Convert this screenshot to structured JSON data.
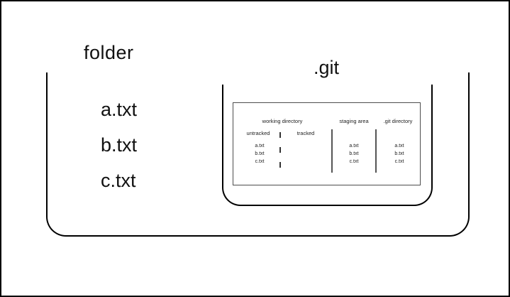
{
  "folder": {
    "label": "folder",
    "files": [
      "a.txt",
      "b.txt",
      "c.txt"
    ]
  },
  "git": {
    "label": ".git"
  },
  "panel": {
    "headers": [
      "working directory",
      "staging area",
      ".git directory"
    ],
    "subheaders": [
      "untracked",
      "tracked"
    ],
    "columns": {
      "untracked": [
        "a.txt",
        "b.txt",
        "c.txt"
      ],
      "tracked": [],
      "staging": [
        "a.txt",
        "b.txt",
        "c.txt"
      ],
      "gitdir": [
        "a.txt",
        "b.txt",
        "c.txt"
      ]
    }
  },
  "colors": {
    "stroke": "#000000",
    "panel_border": "#4d4d4d",
    "divider": "#555555",
    "text": "#111111"
  }
}
